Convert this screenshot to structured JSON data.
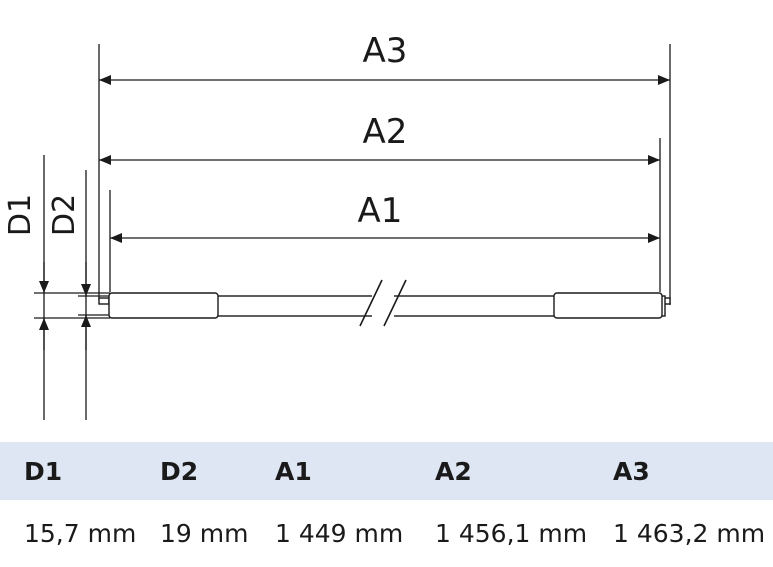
{
  "diagram": {
    "labels": {
      "a3": "A3",
      "a2": "A2",
      "a1": "A1",
      "d1": "D1",
      "d2": "D2"
    }
  },
  "table": {
    "headers": [
      "D1",
      "D2",
      "A1",
      "A2",
      "A3"
    ],
    "values": [
      "15,7 mm",
      "19 mm",
      "1 449 mm",
      "1 456,1 mm",
      "1 463,2 mm"
    ]
  },
  "colors": {
    "line": "#1a1a1a",
    "header_bg": "#dfe6f3"
  }
}
